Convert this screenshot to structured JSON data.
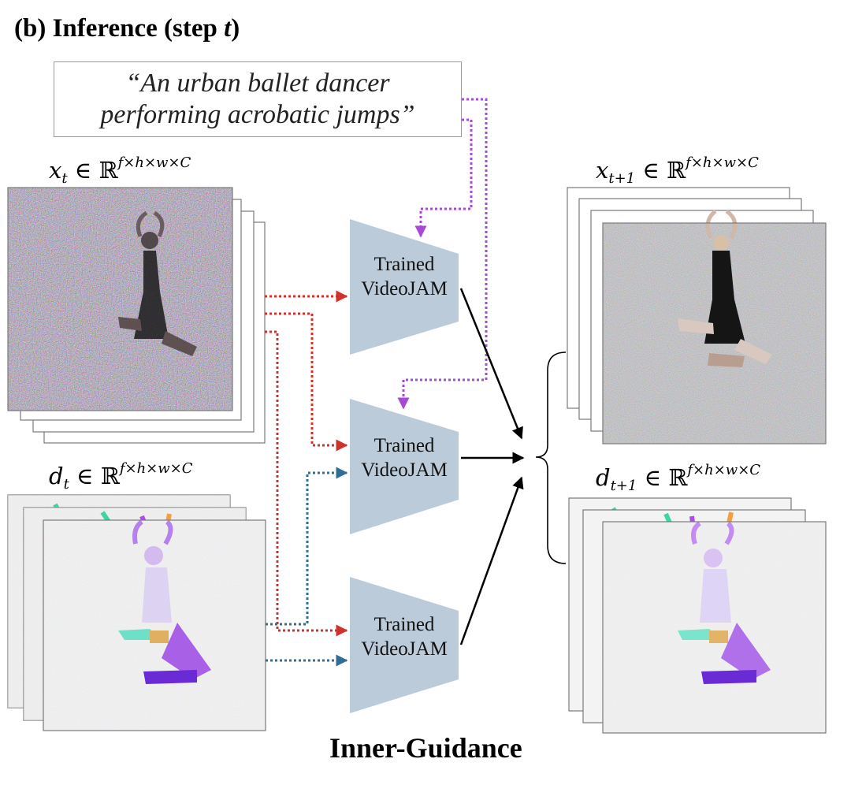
{
  "title": {
    "prefix": "(b) Inference  (step ",
    "var": "t",
    "suffix": ")"
  },
  "prompt": {
    "line1": "“An urban ballet dancer",
    "line2": "performing acrobatic jumps”"
  },
  "labels": {
    "x_t": {
      "base": "x",
      "sub": "t",
      "rel": " ∈ ℝ",
      "sup": "f×h×w×C"
    },
    "d_t": {
      "base": "d",
      "sub": "t",
      "rel": " ∈ ℝ",
      "sup": "f×h×w×C"
    },
    "x_t1": {
      "base": "x",
      "sub": "t+1",
      "rel": " ∈ ℝ",
      "sup": "f×h×w×C"
    },
    "d_t1": {
      "base": "d",
      "sub": "t+1",
      "rel": " ∈ ℝ",
      "sup": "f×h×w×C"
    }
  },
  "models": [
    {
      "line1": "Trained",
      "line2": "VideoJAM"
    },
    {
      "line1": "Trained",
      "line2": "VideoJAM"
    },
    {
      "line1": "Trained",
      "line2": "VideoJAM"
    }
  ],
  "footer": "Inner-Guidance",
  "colors": {
    "model_fill": "#bccbd9",
    "video_arrow": "#d0312d",
    "motion_arrow": "#2f6e95",
    "text_arrow": "#a64ad6",
    "output_arrow": "#000000",
    "frame_border": "#7a7a7a"
  },
  "icons": {
    "video_stack_input": "noisy-video-frame-stack",
    "motion_stack_input": "noisy-motion-flow-stack",
    "video_stack_output": "denoised-video-frame-stack",
    "motion_stack_output": "denoised-motion-flow-stack"
  }
}
